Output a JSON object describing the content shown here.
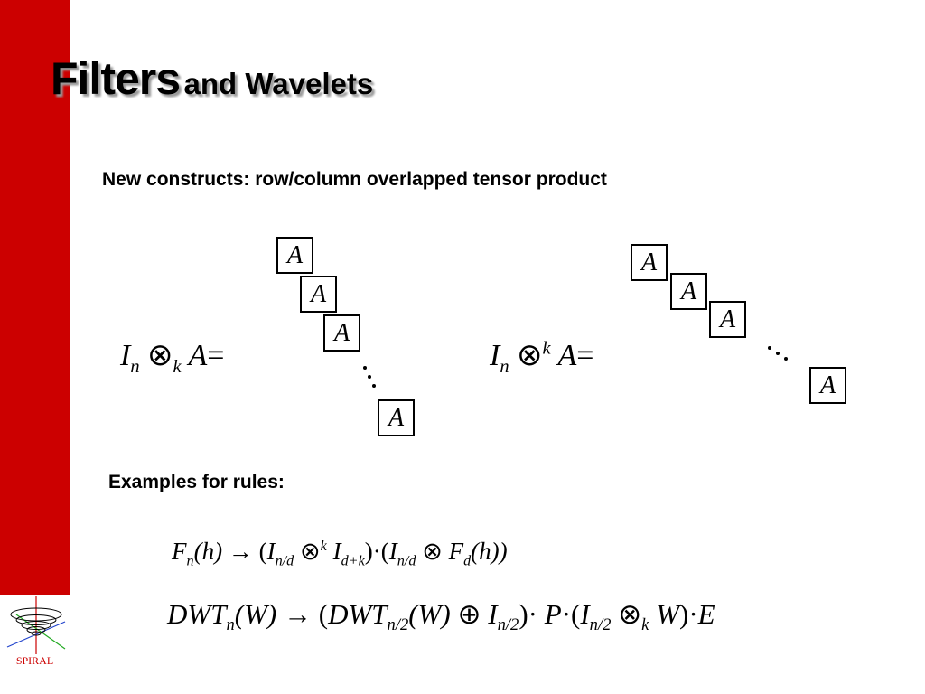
{
  "slide": {
    "title_main": "Filters",
    "title_rest": "and Wavelets",
    "subtitle": "New constructs: row/column overlapped tensor product",
    "examples_label": "Examples for rules:"
  },
  "logo": {
    "text": "SPIRAL"
  },
  "diagram_left": {
    "lhs": {
      "I": "I",
      "n": "n",
      "op": "⊗",
      "k": "k",
      "A": "A",
      "eq": "="
    },
    "block_label": "A"
  },
  "diagram_right": {
    "lhs": {
      "I": "I",
      "n": "n",
      "op": "⊗",
      "k": "k",
      "A": "A",
      "eq": "="
    },
    "block_label": "A"
  },
  "rules": {
    "rule1": {
      "F": "F",
      "n": "n",
      "h_arg": "(h)",
      "arrow": "→",
      "open": "(",
      "I": "I",
      "nd": "n/d",
      "op": "⊗",
      "k": "k",
      "dk": "d+k",
      "close_dot_open": ")·(",
      "Fd": "F",
      "d": "d",
      "end": "(h))"
    },
    "rule2": {
      "DWT": "DWT",
      "n": "n",
      "W_arg": "(W)",
      "arrow": "→",
      "open": "(",
      "n2": "n/2",
      "oplus": "⊕",
      "I": "I",
      "close_dot": ")·",
      "P": "P",
      "dot_open": "·(",
      "otimes": "⊗",
      "k": "k",
      "W": "W",
      "close": ")·",
      "E": "E"
    }
  }
}
